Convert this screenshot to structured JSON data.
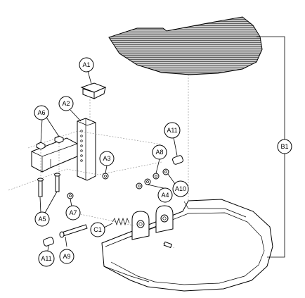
{
  "callouts": {
    "a1": "A1",
    "a2": "A2",
    "a3": "A3",
    "a4": "A4",
    "a5": "A5",
    "a6": "A6",
    "a7": "A7",
    "a8": "A8",
    "a9": "A9",
    "a10": "A10",
    "a11_top": "A11",
    "a11_bottom": "A11",
    "b1": "B1",
    "c1": "C1"
  }
}
